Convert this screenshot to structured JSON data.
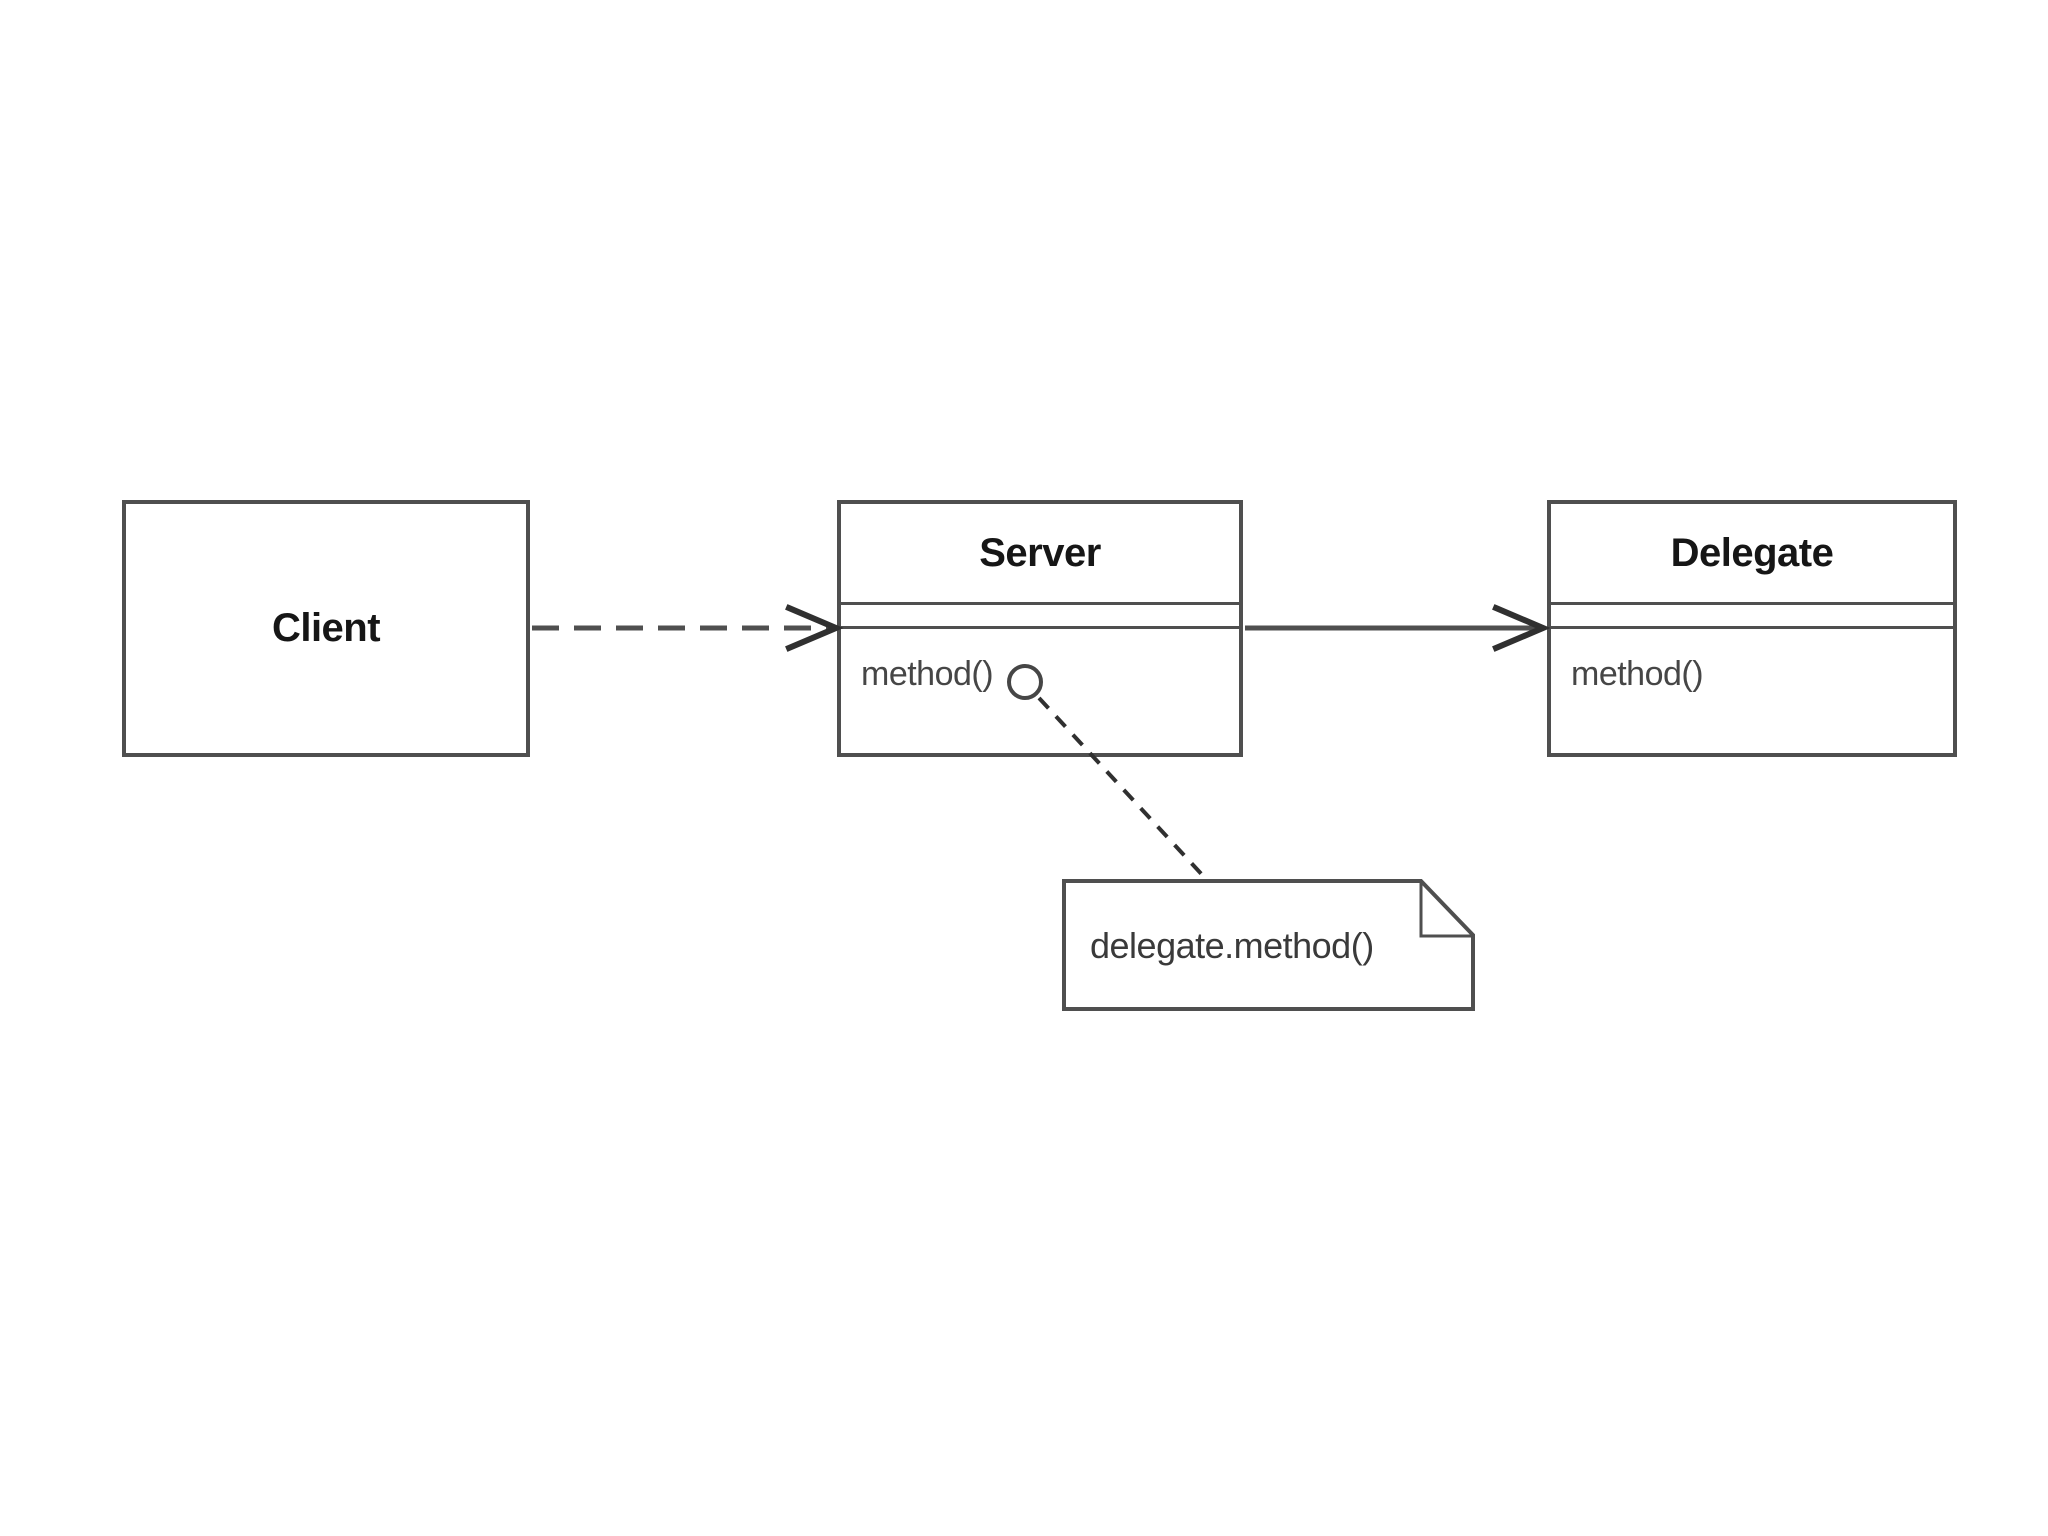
{
  "diagram_type": "uml-class-diagram-delegation-pattern",
  "classes": {
    "client": {
      "title": "Client"
    },
    "server": {
      "title": "Server",
      "method": "method()"
    },
    "delegate": {
      "title": "Delegate",
      "method": "method()"
    }
  },
  "note": {
    "text": "delegate.method()"
  },
  "relations": [
    {
      "from": "Client",
      "to": "Server",
      "style": "dashed-open-arrow"
    },
    {
      "from": "Server",
      "to": "Delegate",
      "style": "solid-open-arrow"
    },
    {
      "from": "Server.method()",
      "to": "note",
      "style": "dashed-connector-with-circle-anchor"
    }
  ],
  "colors": {
    "background": "#ffffff",
    "line": "#4f4f4f",
    "arrowhead": "#303030",
    "title_text": "#161616",
    "method_text": "#464646",
    "note_text": "#3a3a3a"
  }
}
